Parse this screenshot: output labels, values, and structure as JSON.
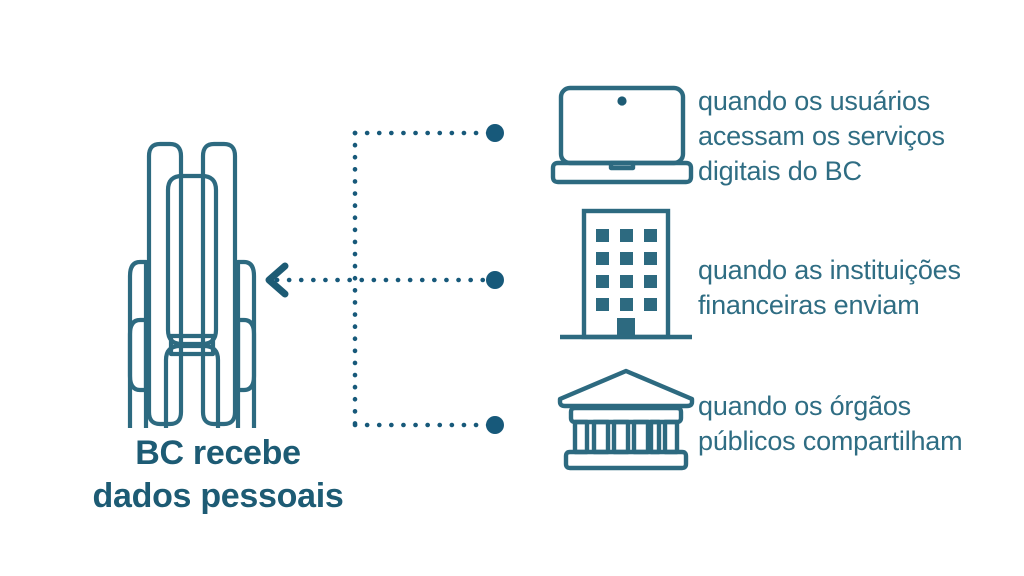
{
  "colors": {
    "stroke": "#2d6a80",
    "stroke_dark": "#1d5b74",
    "dot": "#17597a",
    "text": "#2f6d83",
    "heading": "#1d5b74",
    "background": "#ffffff"
  },
  "heading": {
    "line1": "BC recebe",
    "line2": "dados pessoais",
    "full": "BC recebe dados pessoais"
  },
  "logo": {
    "name": "bc-vault-building"
  },
  "items": [
    {
      "icon": "laptop-icon",
      "caption_lines": [
        "quando os usuários",
        "acessam os serviços",
        "digitais do BC"
      ],
      "caption_full": "quando os usuários acessam os serviços digitais do BC"
    },
    {
      "icon": "office-building-icon",
      "caption_lines": [
        "quando as instituições",
        "financeiras enviam"
      ],
      "caption_full": "quando as instituições financeiras enviam"
    },
    {
      "icon": "classical-bank-icon",
      "caption_lines": [
        "quando os órgãos",
        "públicos compartilham"
      ],
      "caption_full": "quando os órgãos públicos compartilham"
    }
  ],
  "connectors": {
    "style": "dotted",
    "arrow_direction": "left",
    "endpoint_marker": "filled-circle",
    "count": 3
  }
}
